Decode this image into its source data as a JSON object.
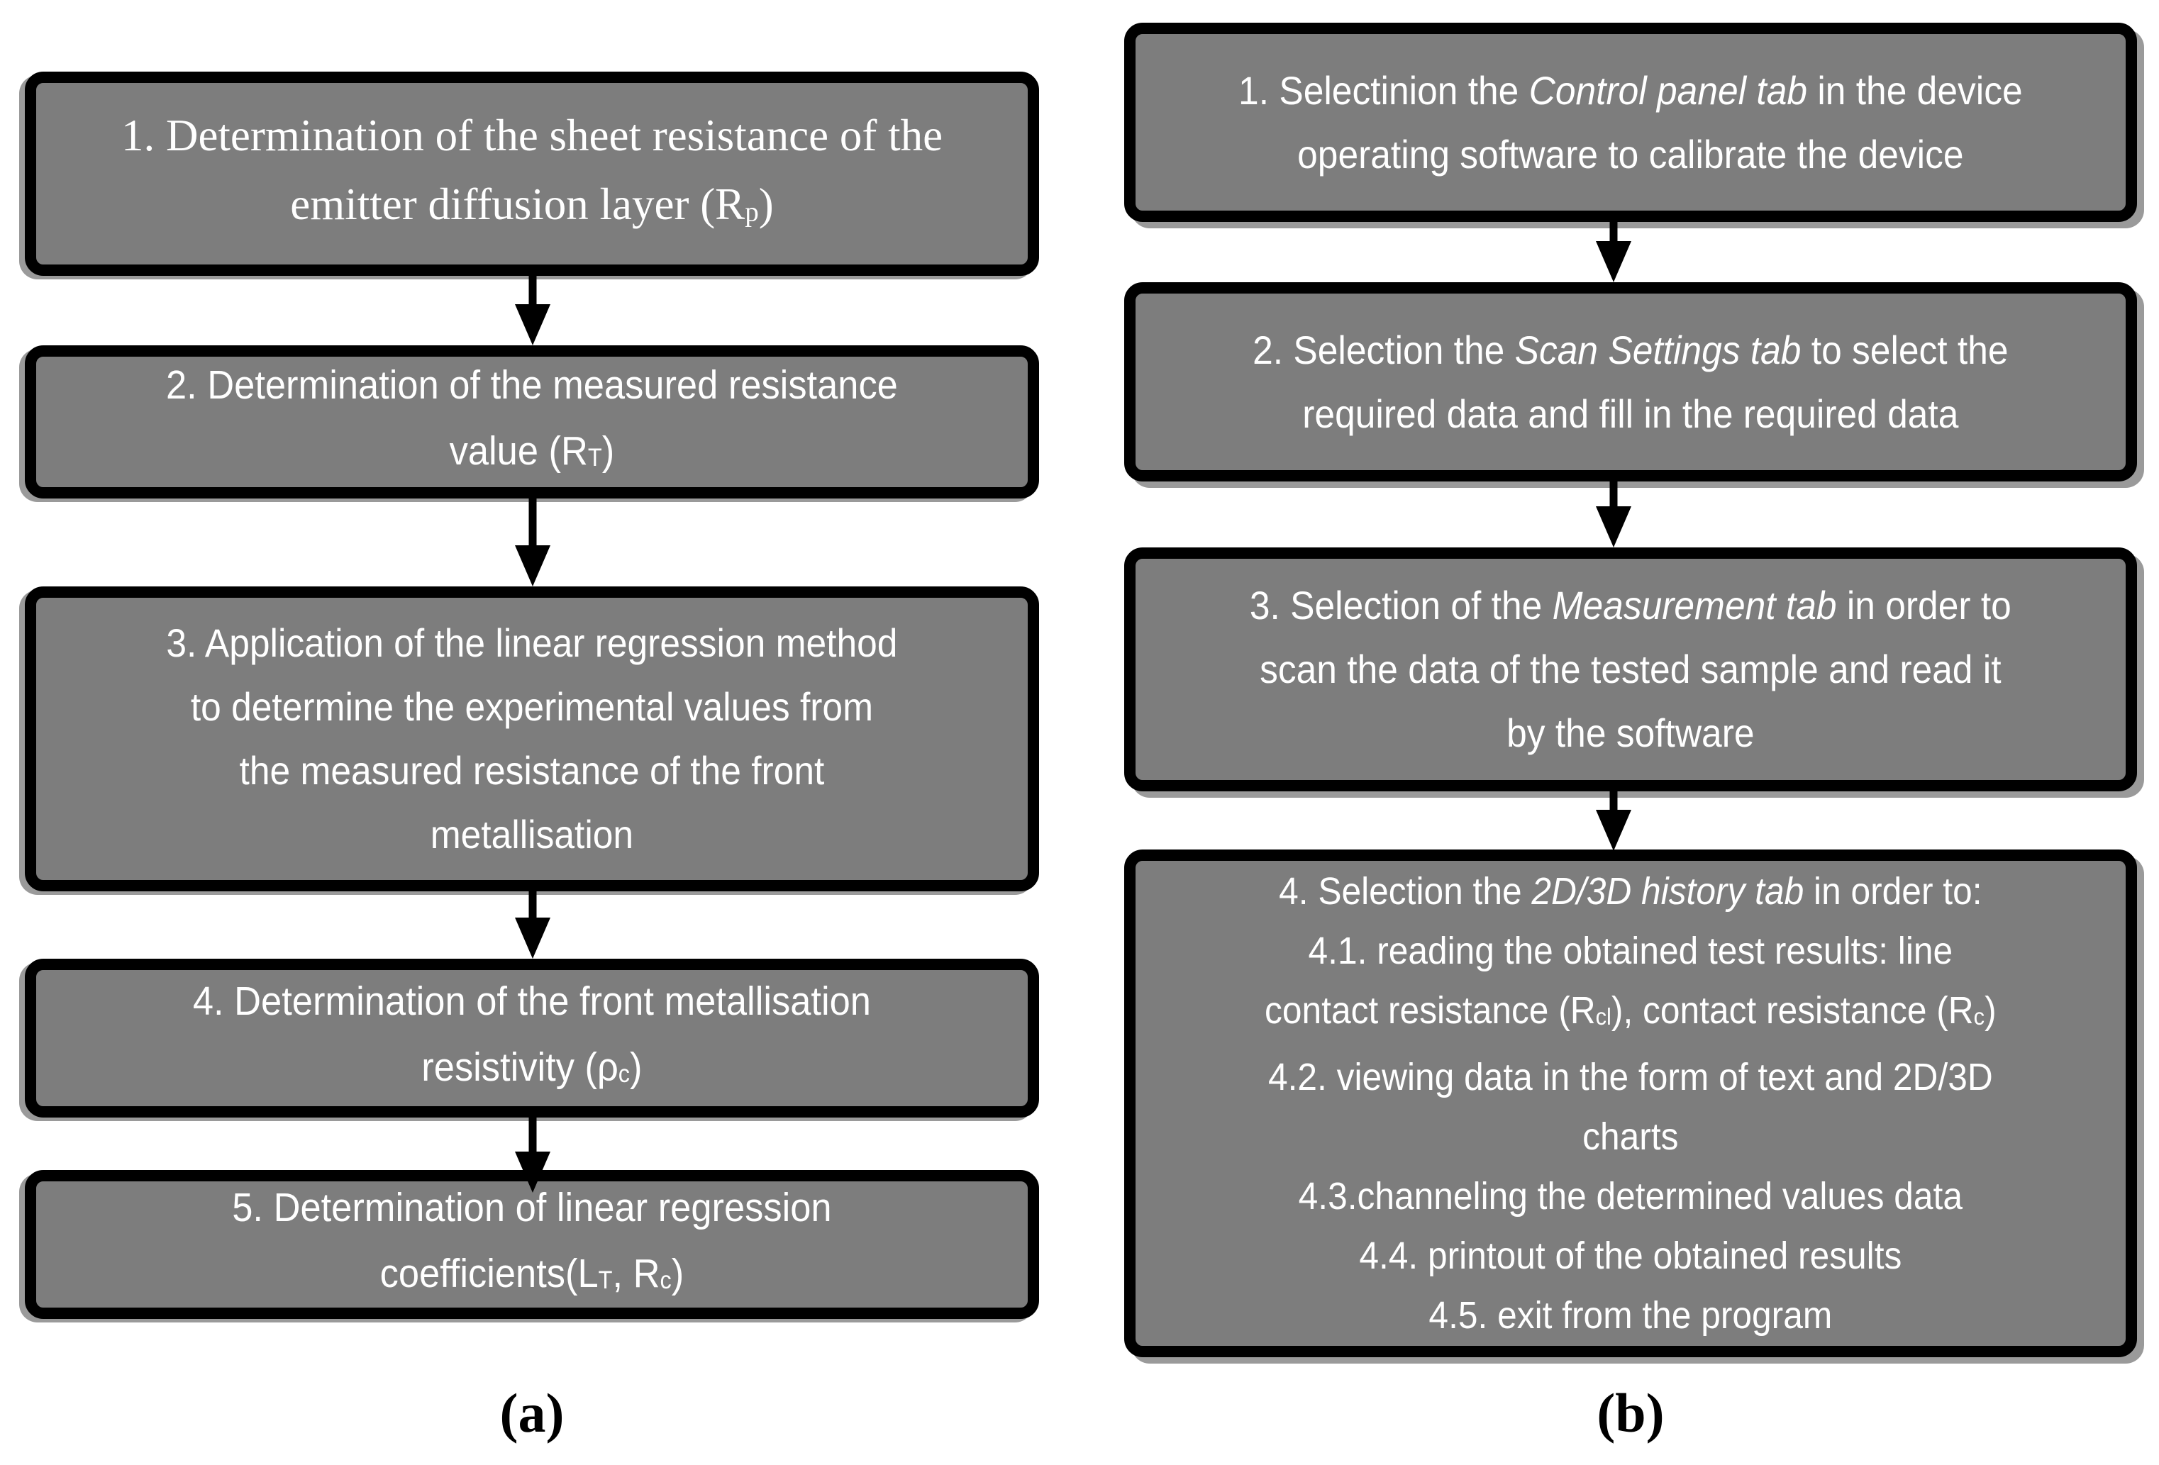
{
  "colors": {
    "box_fill": "#7d7d7d",
    "box_border": "#000000",
    "box_text": "#ffffff",
    "box_shadow": "#9a9a9a",
    "arrow": "#000000",
    "background": "#ffffff"
  },
  "figure": {
    "panel_a": {
      "label": "(a)",
      "steps": [
        {
          "lines": [
            [
              {
                "t": "1. Determination of the sheet resistance of the",
                "s": "n"
              }
            ],
            [
              {
                "t": "emitter diffusion layer (R",
                "s": "n"
              },
              {
                "t": "p",
                "s": "sub"
              },
              {
                "t": ")",
                "s": "n"
              }
            ]
          ]
        },
        {
          "lines": [
            [
              {
                "t": "2. Determination of the measured resistance",
                "s": "n"
              }
            ],
            [
              {
                "t": "value (R",
                "s": "n"
              },
              {
                "t": "T",
                "s": "sub"
              },
              {
                "t": ")",
                "s": "n"
              }
            ]
          ]
        },
        {
          "lines": [
            [
              {
                "t": "3. Application of the linear regression method",
                "s": "n"
              }
            ],
            [
              {
                "t": "to determine the experimental values from",
                "s": "n"
              }
            ],
            [
              {
                "t": "the measured resistance of the front",
                "s": "n"
              }
            ],
            [
              {
                "t": "metallisation",
                "s": "n"
              }
            ]
          ]
        },
        {
          "lines": [
            [
              {
                "t": "4. Determination of the front metallisation",
                "s": "n"
              }
            ],
            [
              {
                "t": "resistivity (ρ",
                "s": "n"
              },
              {
                "t": "c",
                "s": "sub"
              },
              {
                "t": ")",
                "s": "n"
              }
            ]
          ]
        },
        {
          "lines": [
            [
              {
                "t": "5. Determination of linear regression",
                "s": "n"
              }
            ],
            [
              {
                "t": "coefficients(L",
                "s": "n"
              },
              {
                "t": "T",
                "s": "sub"
              },
              {
                "t": ", R",
                "s": "n"
              },
              {
                "t": "c",
                "s": "sub"
              },
              {
                "t": ")",
                "s": "n"
              }
            ]
          ]
        }
      ]
    },
    "panel_b": {
      "label": "(b)",
      "steps": [
        {
          "lines": [
            [
              {
                "t": "1. Selectinion the ",
                "s": "n"
              },
              {
                "t": "Control panel tab",
                "s": "i"
              },
              {
                "t": " in the device",
                "s": "n"
              }
            ],
            [
              {
                "t": "operating software to calibrate the device",
                "s": "n"
              }
            ]
          ]
        },
        {
          "lines": [
            [
              {
                "t": "2. Selection the ",
                "s": "n"
              },
              {
                "t": "Scan Settings tab",
                "s": "i"
              },
              {
                "t": " to select the",
                "s": "n"
              }
            ],
            [
              {
                "t": "required data and fill in the required data",
                "s": "n"
              }
            ]
          ]
        },
        {
          "lines": [
            [
              {
                "t": "3. Selection of the ",
                "s": "n"
              },
              {
                "t": "Measurement tab",
                "s": "i"
              },
              {
                "t": " in order to",
                "s": "n"
              }
            ],
            [
              {
                "t": "scan the data of the tested sample and read it",
                "s": "n"
              }
            ],
            [
              {
                "t": "by the software",
                "s": "n"
              }
            ]
          ]
        },
        {
          "lines": [
            [
              {
                "t": "4. Selection the ",
                "s": "n"
              },
              {
                "t": "2D/3D history tab",
                "s": "i"
              },
              {
                "t": " in order to:",
                "s": "n"
              }
            ],
            [
              {
                "t": "4.1. reading the obtained test results: line",
                "s": "n"
              }
            ],
            [
              {
                "t": "contact resistance (R",
                "s": "n"
              },
              {
                "t": "cl",
                "s": "sub"
              },
              {
                "t": "), contact resistance (R",
                "s": "n"
              },
              {
                "t": "c",
                "s": "sub"
              },
              {
                "t": ")",
                "s": "n"
              }
            ],
            [
              {
                "t": "4.2. viewing data in the form of text and 2D/3D",
                "s": "n"
              }
            ],
            [
              {
                "t": "charts",
                "s": "n"
              }
            ],
            [
              {
                "t": "4.3.channeling the determined values data",
                "s": "n"
              }
            ],
            [
              {
                "t": "4.4. printout of the obtained results",
                "s": "n"
              }
            ],
            [
              {
                "t": "4.5. exit from the program",
                "s": "n"
              }
            ]
          ]
        }
      ]
    }
  }
}
